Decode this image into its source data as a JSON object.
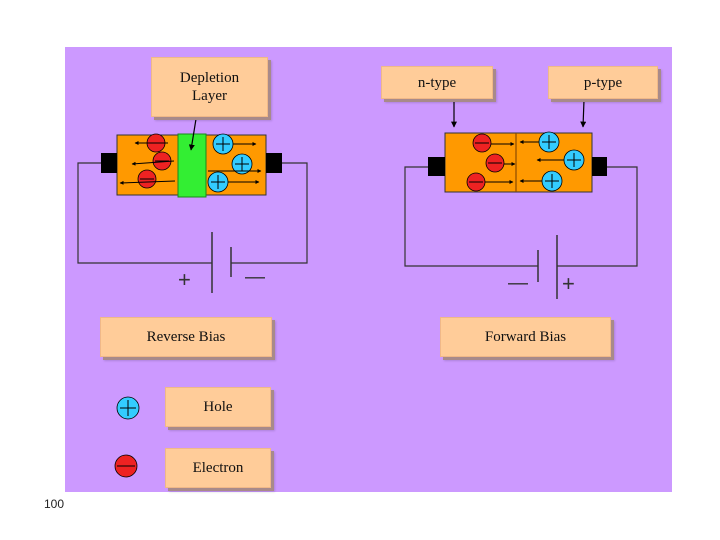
{
  "labels": {
    "depletion_layer": "Depletion\nLayer",
    "n_type": "n-type",
    "p_type": "p-type",
    "reverse_bias": "Reverse Bias",
    "forward_bias": "Forward Bias",
    "hole": "Hole",
    "electron": "Electron"
  },
  "battery_signs": {
    "reverse_plus": "+",
    "reverse_minus": "—",
    "forward_minus": "—",
    "forward_plus": "+"
  },
  "page_number": "100",
  "colors": {
    "background": "#cc99ff",
    "label_box": "#ffcc99",
    "semiconductor": "#ff9900",
    "depletion_region": "#33ee33",
    "hole": "#33ccff",
    "electron": "#ee2222",
    "terminal": "#000000"
  },
  "icons": {
    "hole": "hole-plus-circle-icon",
    "electron": "electron-minus-circle-icon"
  }
}
